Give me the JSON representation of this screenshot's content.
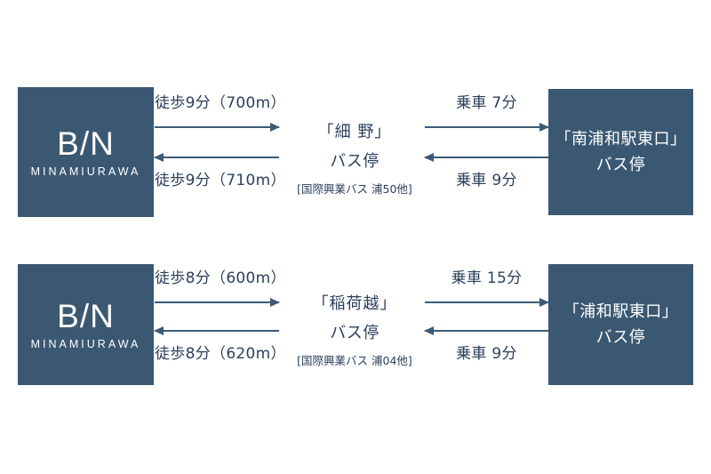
{
  "theme": {
    "background": "#ffffff",
    "box_fill": "#3b5872",
    "text_dark": "#2b3f5c",
    "arrow_color": "#3d5a77",
    "box_text": "#ffffff"
  },
  "brand": {
    "mark": "B/N",
    "sub": "MINAMIURAWA"
  },
  "routes": [
    {
      "id": "route-hosono",
      "origin": {
        "type": "brand",
        "mark": "B/N",
        "sub": "MINAMIURAWA"
      },
      "walk": {
        "outbound_label": "徒歩9分（700m）",
        "inbound_label": "徒歩9分（710m）"
      },
      "stop": {
        "name": "「細 野」",
        "kind": "バス停",
        "operator": "[国際興業バス 浦50他]"
      },
      "ride": {
        "outbound_label": "乗車 7分",
        "inbound_label": "乗車 9分"
      },
      "destination": {
        "name": "「南浦和駅東口」",
        "kind": "バス停"
      }
    },
    {
      "id": "route-inarikoshi",
      "origin": {
        "type": "brand",
        "mark": "B/N",
        "sub": "MINAMIURAWA"
      },
      "walk": {
        "outbound_label": "徒歩8分（600m）",
        "inbound_label": "徒歩8分（620m）"
      },
      "stop": {
        "name": "「稲荷越」",
        "kind": "バス停",
        "operator": "[国際興業バス 浦04他]"
      },
      "ride": {
        "outbound_label": "乗車 15分",
        "inbound_label": "乗車 9分"
      },
      "destination": {
        "name": "「浦和駅東口」",
        "kind": "バス停"
      }
    }
  ]
}
